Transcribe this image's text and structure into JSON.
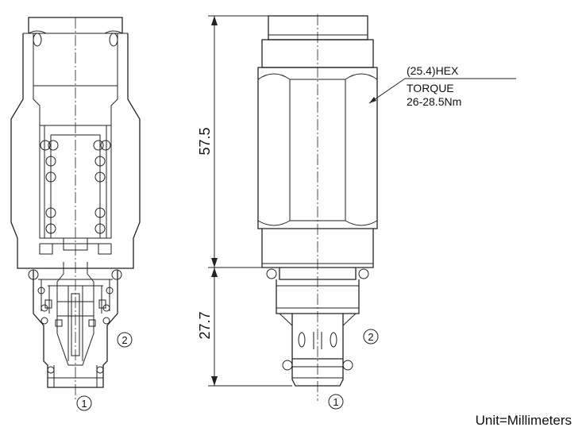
{
  "dimensions": {
    "upper_length": "57.5",
    "lower_length": "27.7"
  },
  "callout": {
    "hex": "(25.4)HEX",
    "torque_label": "TORQUE",
    "torque_value": "26-28.5Nm"
  },
  "ports": {
    "port_1": "1",
    "port_2": "2"
  },
  "units_note": "Unit=Millimeters"
}
